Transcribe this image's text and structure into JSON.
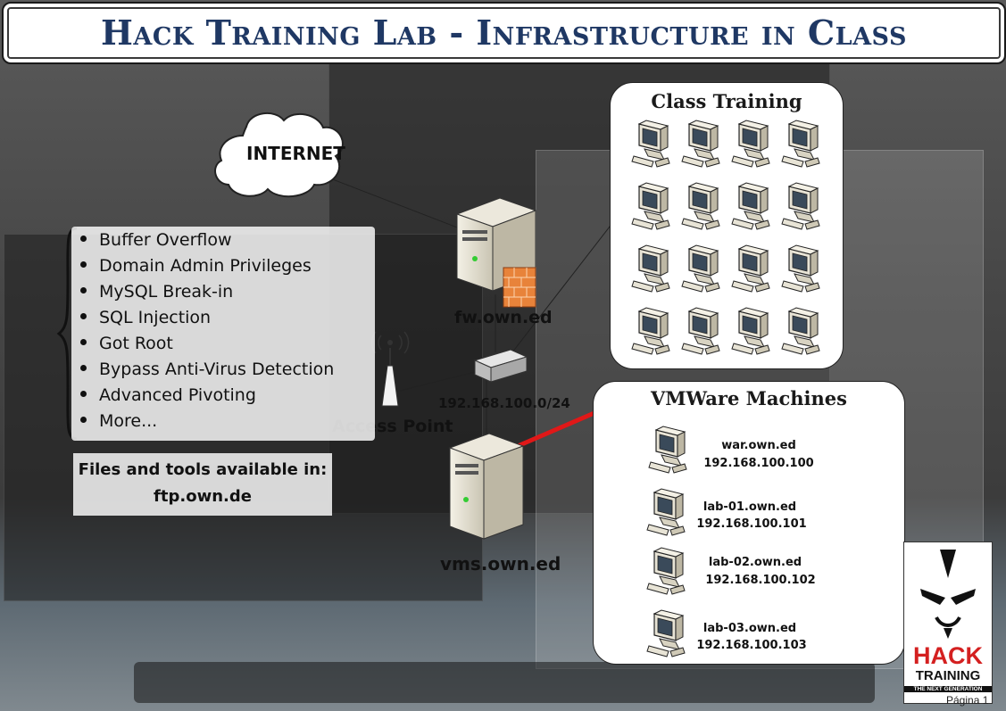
{
  "title": "Hack Training Lab - Infrastructure in Class",
  "internet_label": "INTERNET",
  "firewall_label": "fw.own.ed",
  "access_point_label": "Access Point",
  "network_label": "192.168.100.0/24",
  "vms_label": "vms.own.ed",
  "class_training": {
    "title": "Class Training",
    "workstation_count": 16
  },
  "vmware": {
    "title": "VMWare Machines",
    "machines": [
      {
        "name": "war.own.ed",
        "ip": "192.168.100.100"
      },
      {
        "name": "lab-01.own.ed",
        "ip": "192.168.100.101"
      },
      {
        "name": "lab-02.own.ed",
        "ip": "192.168.100.102"
      },
      {
        "name": "lab-03.own.ed",
        "ip": "192.168.100.103"
      }
    ]
  },
  "topics": [
    "Buffer Overflow",
    "Domain Admin Privileges",
    "MySQL Break-in",
    "SQL Injection",
    "Got Root",
    "Bypass Anti-Virus Detection",
    "Advanced Pivoting",
    "More..."
  ],
  "files_line1": "Files and tools available in:",
  "files_line2": "ftp.own.de",
  "logo": {
    "word1": "HACK",
    "word2": "TRAINING",
    "tagline": "THE NEXT GENERATION"
  },
  "page_label": "Página 1",
  "colors": {
    "title": "#1f3864",
    "logo_red": "#d42020",
    "link_red": "#e01818"
  }
}
